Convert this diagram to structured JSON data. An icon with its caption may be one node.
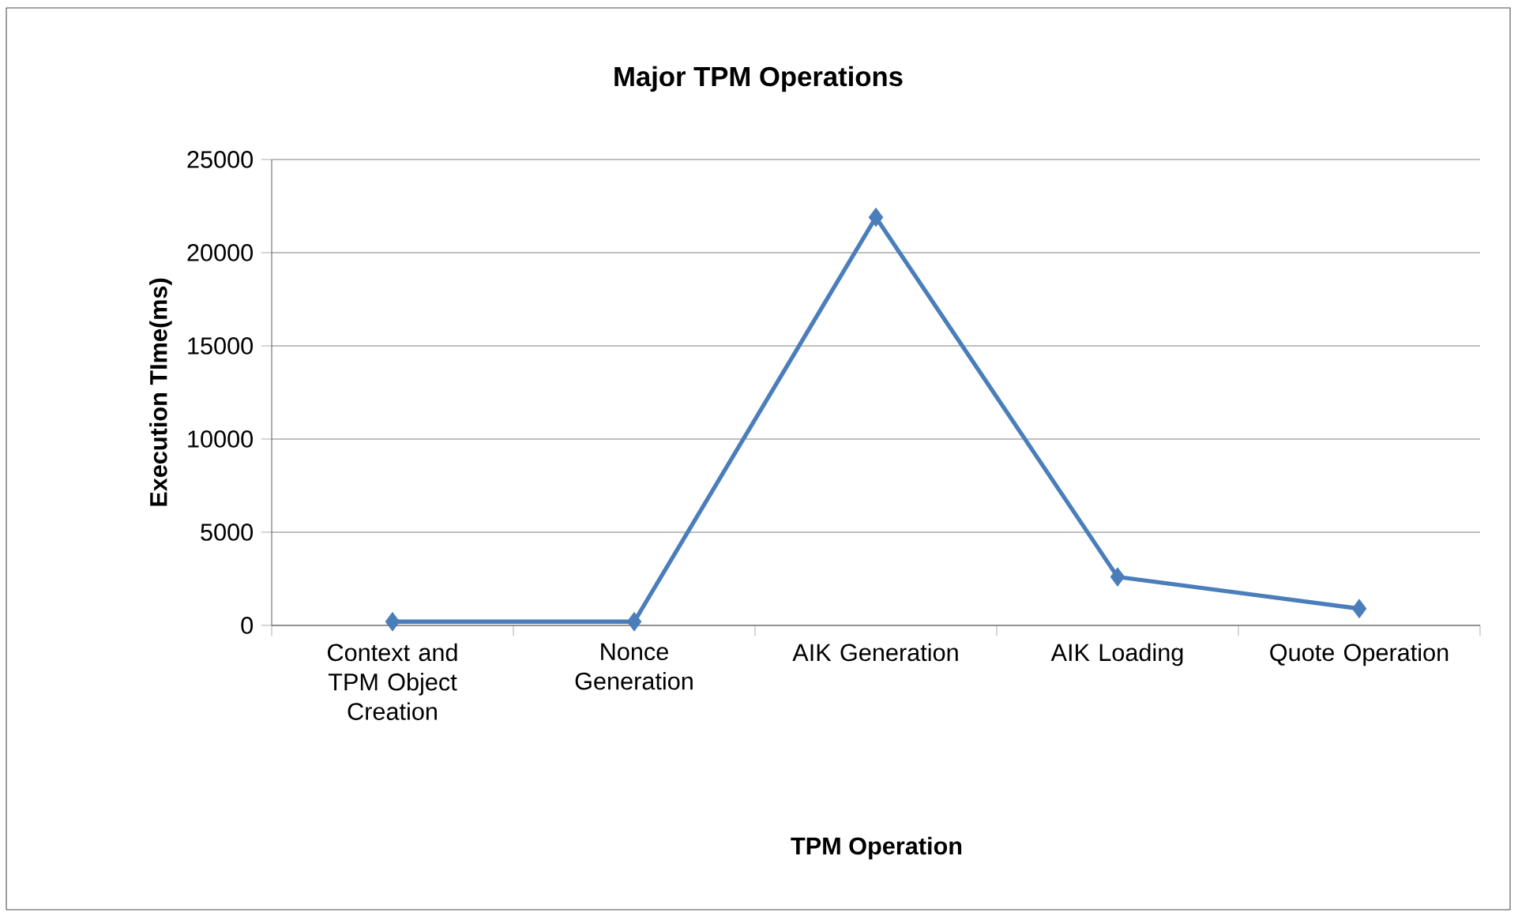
{
  "diagram": {
    "chart_data": {
      "type": "line",
      "title": "Major TPM Operations",
      "xlabel": "TPM Operation",
      "ylabel": "Execution TIme(ms)",
      "categories": [
        "Context and TPM Object Creation",
        "Nonce Generation",
        "AIK Generation",
        "AIK Loading",
        "Quote Operation"
      ],
      "series": [
        {
          "color": "#4a7ebb",
          "marker": "diamond",
          "values": [
            200,
            200,
            21900,
            2600,
            900
          ]
        }
      ],
      "ylim": [
        0,
        25000
      ],
      "yticks": [
        0,
        5000,
        10000,
        15000,
        20000,
        25000
      ],
      "grid": "y"
    }
  }
}
